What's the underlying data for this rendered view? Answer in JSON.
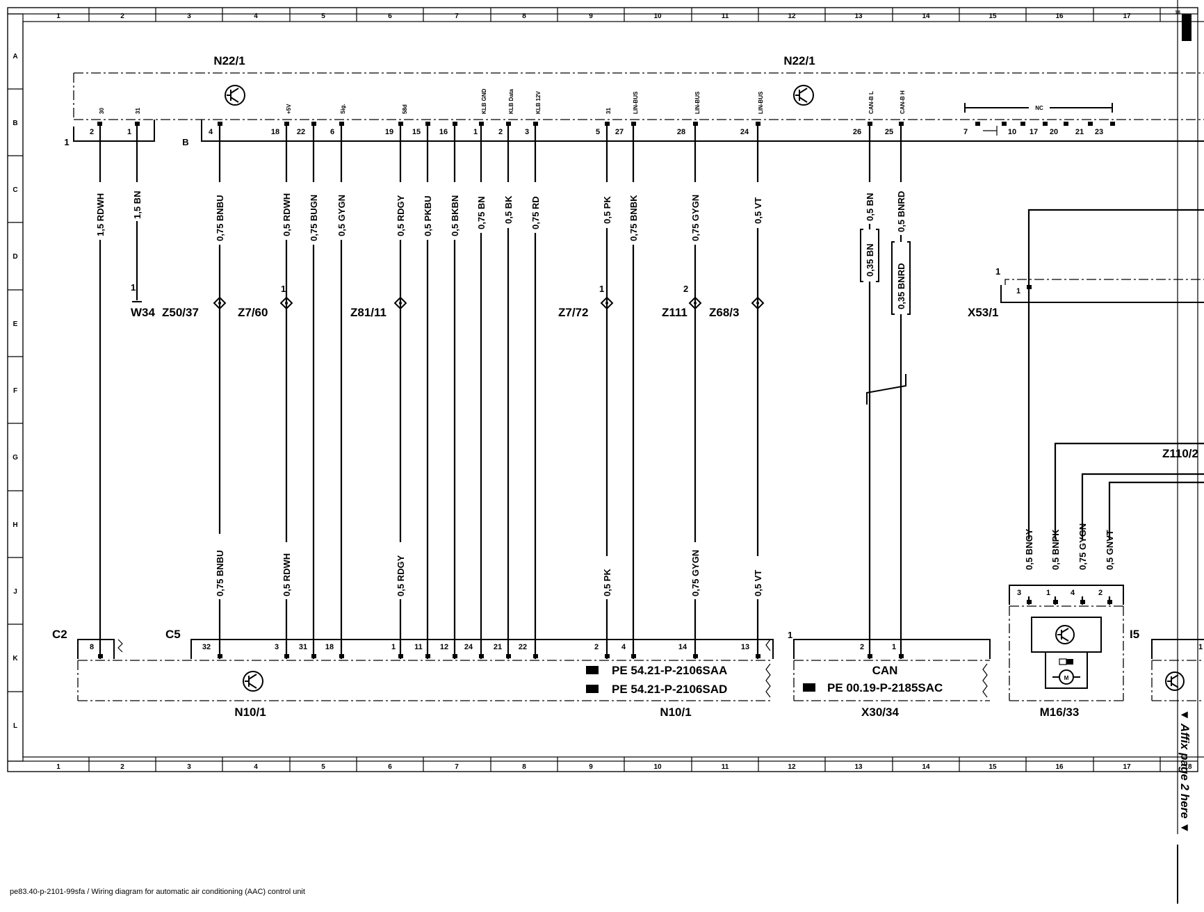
{
  "caption": "pe83.40-p-2101-99sfa / Wiring diagram for automatic air conditioning (AAC) control unit",
  "affix_text": "▼ Affix page 2 here ▼",
  "grid": {
    "cols": [
      "1",
      "2",
      "3",
      "4",
      "5",
      "6",
      "7",
      "8",
      "9",
      "10",
      "11",
      "12",
      "13",
      "14",
      "15",
      "16",
      "17",
      "18"
    ],
    "rows": [
      "A",
      "B",
      "C",
      "D",
      "E",
      "F",
      "G",
      "H",
      "J",
      "K",
      "L"
    ]
  },
  "components": {
    "n22_left": "N22/1",
    "n22_right": "N22/1",
    "n10_left": "N10/1",
    "n10_right": "N10/1",
    "x30": "X30/34",
    "m16": "M16/33",
    "z110": "Z110/2",
    "x53": "X53/1",
    "w34": "W34",
    "i5": "I5",
    "c2": "C2",
    "c5": "C5",
    "conn_1": "1",
    "conn_b": "B",
    "x30_pin1": "1",
    "x53_pin1": "1",
    "can_label": "CAN",
    "nc_label": "NC"
  },
  "references": [
    "PE 54.21-P-2106SAA",
    "PE 54.21-P-2106SAD",
    "PE 00.19-P-2185SAC"
  ],
  "splices": [
    "Z50/37",
    "Z7/60",
    "Z81/11",
    "Z7/72",
    "Z111",
    "Z68/3"
  ],
  "top_pins": [
    "30",
    "31",
    "+5V",
    "Sig.",
    "58d",
    "KLB GND",
    "KLB Data",
    "KLB 12V",
    "31",
    "LIN-BUS",
    "LIN-BUS",
    "LIN-BUS",
    "CAN-B L",
    "CAN-B H"
  ],
  "top_pin_numbers": [
    "2",
    "1",
    "4",
    "18",
    "22",
    "6",
    "19",
    "15",
    "16",
    "1",
    "2",
    "3",
    "5",
    "27",
    "28",
    "24",
    "26",
    "25",
    "7",
    "10",
    "17",
    "20",
    "21",
    "23"
  ],
  "wires_upper": [
    "1,5 RDWH",
    "1,5 BN",
    "0,75 BNBU",
    "0,5 RDWH",
    "0,75 BUGN",
    "0,5 GYGN",
    "0,5 RDGY",
    "0,5 PKBU",
    "0,5 BKBN",
    "0,75 BN",
    "0,5 BK",
    "0,75 RD",
    "0,5 PK",
    "0,75 BNBK",
    "0,75 GYGN",
    "0,5 VT",
    "0,5 BN",
    "0,5 BNRD"
  ],
  "wires_mid": [
    "0,35 BN",
    "0,35 BNRD"
  ],
  "wires_lower": [
    "0,75 BNBU",
    "0,5 RDWH",
    "0,5 RDGY",
    "0,5 PK",
    "0,75 GYGN",
    "0,5 VT",
    "0,5 BNGY",
    "0,5 BNPK",
    "0,75 GYGN",
    "0,5 GNVT"
  ],
  "splice_pins": [
    "1",
    "1",
    "2"
  ],
  "bottom_pin_numbers": [
    "8",
    "32",
    "3",
    "31",
    "18",
    "1",
    "11",
    "12",
    "24",
    "21",
    "22",
    "2",
    "4",
    "14",
    "13",
    "2",
    "1",
    "3",
    "1",
    "4",
    "2",
    "1"
  ],
  "colors": {
    "line": "#000000",
    "background": "#ffffff"
  }
}
